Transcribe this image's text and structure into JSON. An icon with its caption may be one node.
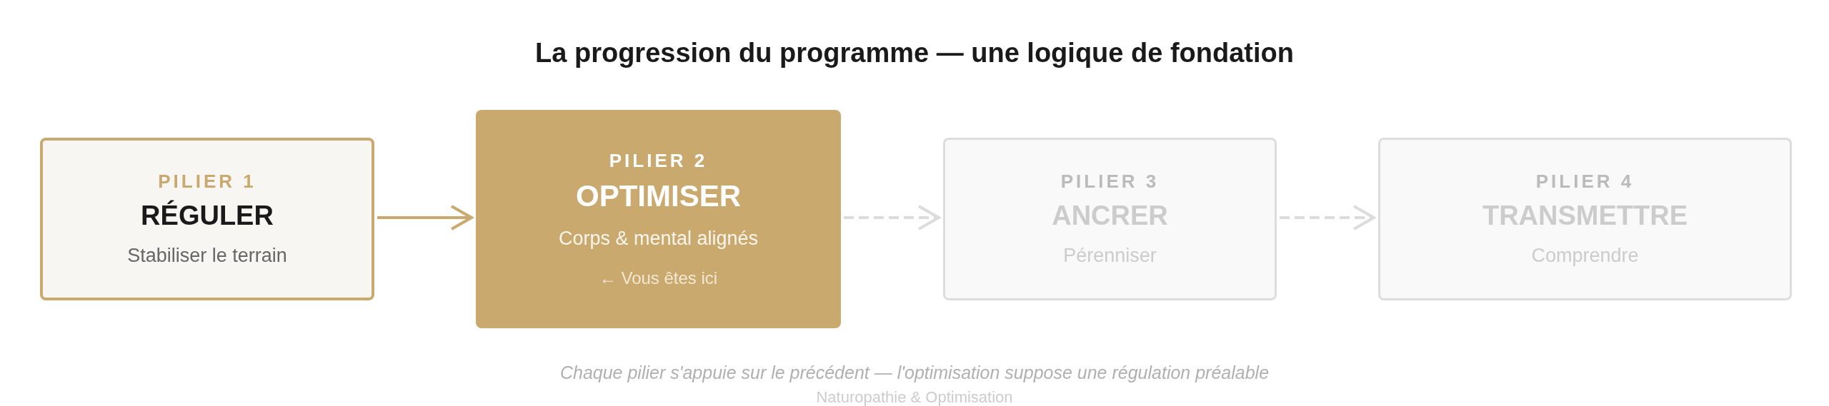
{
  "diagram": {
    "title": "La progression du programme — une logique de fondation",
    "nodes": [
      {
        "text": [
          "PILIER 1",
          "RÉGULER",
          "Stabiliser le terrain"
        ]
      },
      {
        "text": [
          "PILIER 2",
          "OPTIMISER",
          "Corps & mental alignés",
          "← Vous êtes ici"
        ]
      },
      {
        "text": [
          "PILIER 3",
          "ANCRER",
          "Pérenniser"
        ]
      },
      {
        "text": [
          "PILIER 4",
          "TRANSMETTRE",
          "Comprendre"
        ]
      }
    ],
    "edges": [
      {
        "from": 0,
        "to": 1,
        "arrow": "to",
        "color": "#c9a96e"
      },
      {
        "from": 1,
        "to": 2,
        "arrow": "to",
        "style": "dashed"
      },
      {
        "from": 2,
        "to": 3,
        "arrow": "to",
        "style": "dashed"
      }
    ],
    "caption": "Chaque pilier s'appuie sur le précédent — l'optimisation suppose une régulation préalable",
    "labels": [
      "Naturopathie & Optimisation"
    ]
  }
}
